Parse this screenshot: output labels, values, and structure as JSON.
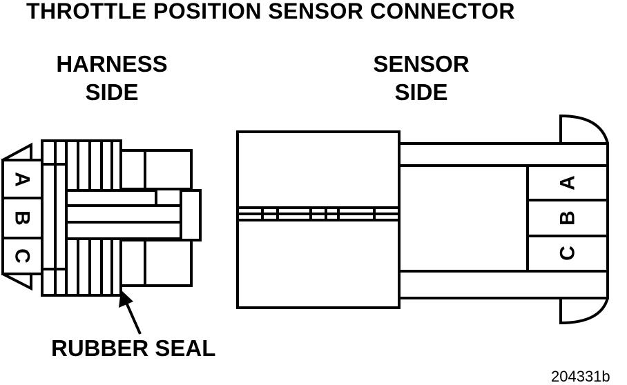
{
  "title": "THROTTLE POSITION SENSOR CONNECTOR",
  "harness": {
    "line1": "HARNESS",
    "line2": "SIDE",
    "pins": [
      "A",
      "B",
      "C"
    ]
  },
  "sensor": {
    "line1": "SENSOR",
    "line2": "SIDE",
    "pins": [
      "A",
      "B",
      "C"
    ]
  },
  "seal_label": "RUBBER SEAL",
  "figure_number": "204331b",
  "colors": {
    "ink": "#000000",
    "paper": "#ffffff"
  }
}
